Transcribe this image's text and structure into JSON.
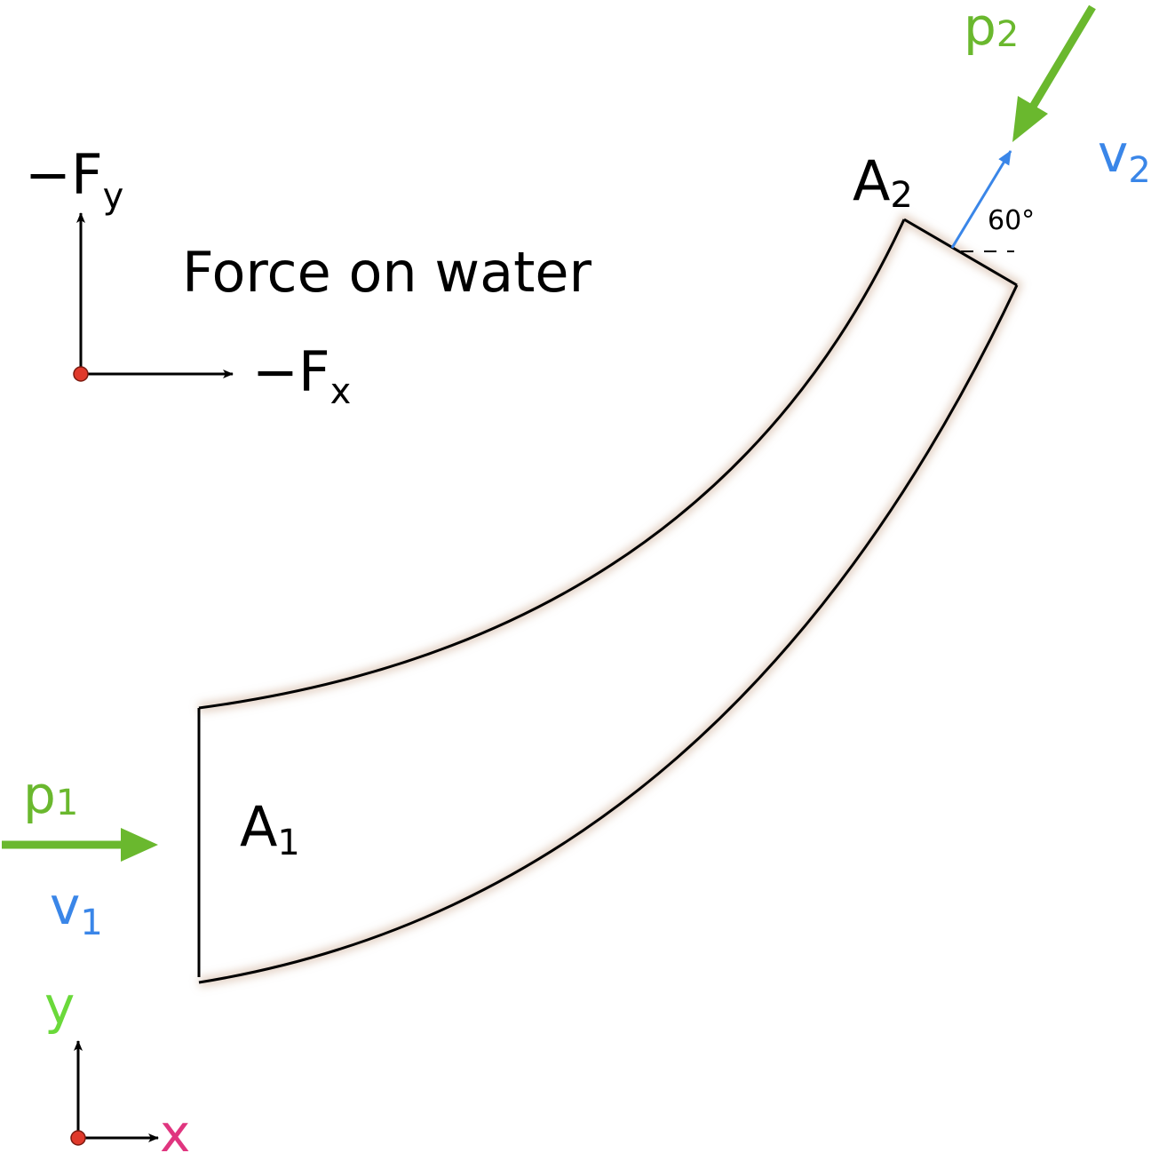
{
  "caption": "Force on water",
  "force_axes": {
    "y_label": "−F",
    "y_sub": "y",
    "x_label": "−F",
    "x_sub": "x"
  },
  "coord_axes": {
    "y_label": "y",
    "x_label": "x"
  },
  "inlet": {
    "area": "A",
    "area_sub": "1",
    "pressure": "p",
    "pressure_sub": "1",
    "velocity": "v",
    "velocity_sub": "1"
  },
  "outlet": {
    "area": "A",
    "area_sub": "2",
    "pressure": "p",
    "pressure_sub": "2",
    "velocity": "v",
    "velocity_sub": "2",
    "angle": "60°"
  },
  "colors": {
    "pressure": "#6ab82e",
    "velocity": "#3a86e8",
    "y_axis": "#6ad93a",
    "x_axis": "#e0357f",
    "origin": "#e0392b",
    "ink": "#000000"
  }
}
